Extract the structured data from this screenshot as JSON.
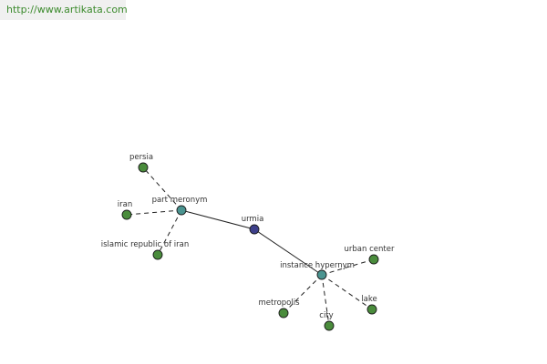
{
  "header": {
    "url": "http://www.artikata.com"
  },
  "colors": {
    "center": "#3d3f8a",
    "relation": "#4a9490",
    "leaf": "#4a8c3c",
    "url_bg": "#f0f0f0",
    "url_text": "#3b8a2c"
  },
  "graph": {
    "nodes": {
      "urmia": {
        "label": "urmia",
        "kind": "center"
      },
      "part_meronym": {
        "label": "part meronym",
        "kind": "relation"
      },
      "instance_hypernym": {
        "label": "instance hypernym",
        "kind": "relation"
      },
      "persia": {
        "label": "persia",
        "kind": "leaf"
      },
      "iran": {
        "label": "iran",
        "kind": "leaf"
      },
      "islamic_republic_of_iran": {
        "label": "islamic republic of iran",
        "kind": "leaf"
      },
      "urban_center": {
        "label": "urban center",
        "kind": "leaf"
      },
      "metropolis": {
        "label": "metropolis",
        "kind": "leaf"
      },
      "city": {
        "label": "city",
        "kind": "leaf"
      },
      "lake": {
        "label": "lake",
        "kind": "leaf"
      }
    },
    "edges": [
      {
        "from": "urmia",
        "to": "part_meronym",
        "style": "solid"
      },
      {
        "from": "urmia",
        "to": "instance_hypernym",
        "style": "solid"
      },
      {
        "from": "part_meronym",
        "to": "persia",
        "style": "dashed"
      },
      {
        "from": "part_meronym",
        "to": "iran",
        "style": "dashed"
      },
      {
        "from": "part_meronym",
        "to": "islamic_republic_of_iran",
        "style": "dashed"
      },
      {
        "from": "instance_hypernym",
        "to": "urban_center",
        "style": "dashed"
      },
      {
        "from": "instance_hypernym",
        "to": "metropolis",
        "style": "dashed"
      },
      {
        "from": "instance_hypernym",
        "to": "city",
        "style": "dashed"
      },
      {
        "from": "instance_hypernym",
        "to": "lake",
        "style": "dashed"
      }
    ]
  }
}
